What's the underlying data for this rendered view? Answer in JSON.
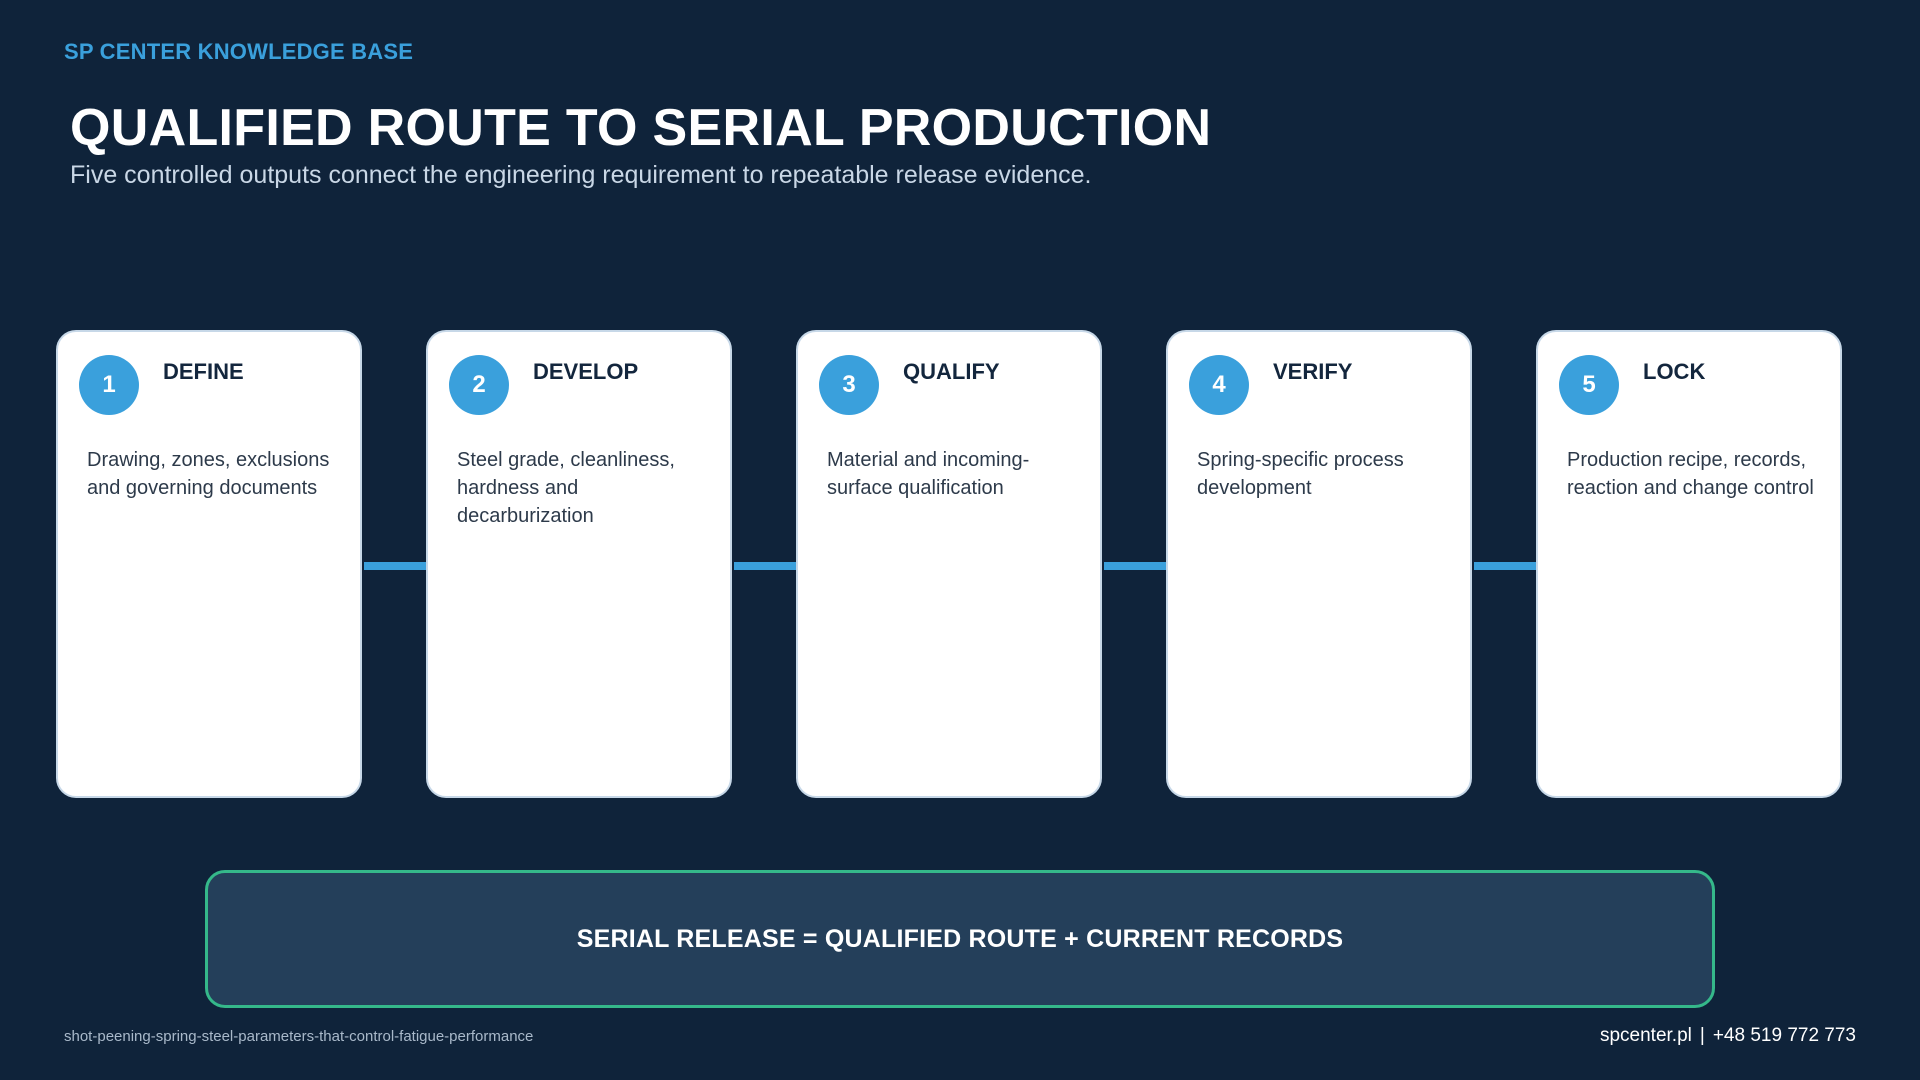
{
  "brand": "SP CENTER KNOWLEDGE BASE",
  "title": "QUALIFIED ROUTE TO SERIAL PRODUCTION",
  "subtitle": "Five controlled outputs connect the engineering requirement to repeatable release evidence.",
  "steps": [
    {
      "number": "1",
      "title": "DEFINE",
      "description": "Drawing, zones, exclusions and governing documents"
    },
    {
      "number": "2",
      "title": "DEVELOP",
      "description": "Steel grade, cleanliness, hardness and decarburization"
    },
    {
      "number": "3",
      "title": "QUALIFY",
      "description": "Material and incoming-surface qualification"
    },
    {
      "number": "4",
      "title": "VERIFY",
      "description": "Spring-specific process development"
    },
    {
      "number": "5",
      "title": "LOCK",
      "description": "Production recipe, records, reaction and change control"
    }
  ],
  "summary": "SERIAL RELEASE = QUALIFIED ROUTE + CURRENT RECORDS",
  "footer": {
    "slug": "shot-peening-spring-steel-parameters-that-control-fatigue-performance",
    "website": "spcenter.pl",
    "separator": "|",
    "phone": "+48 519 772 773"
  },
  "colors": {
    "background": "#0f233a",
    "accent": "#3aa0dc",
    "summary_border": "#35b88a",
    "card": "#ffffff"
  }
}
